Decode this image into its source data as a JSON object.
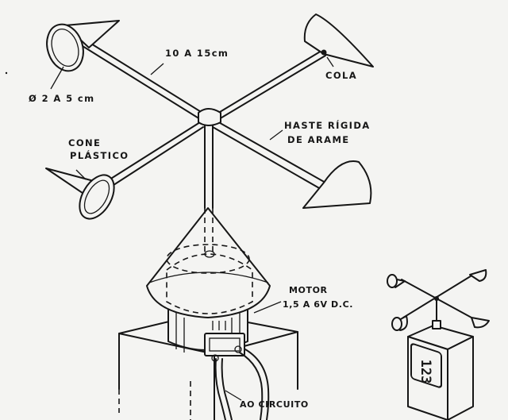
{
  "labels": {
    "arm_length": "10 A 15cm",
    "cup_diameter": "Ø 2 A 5 cm",
    "glue": "COLA",
    "cone_line1": "CONE",
    "cone_line2": "PLÁSTICO",
    "rod_line1": "HASTE RÍGIDA",
    "rod_line2": "DE ARAME",
    "motor_line1": "MOTOR",
    "motor_line2": "1,5 A 6V D.C.",
    "circuit": "AO CIRCUITO"
  },
  "display": {
    "reading": "123"
  },
  "colors": {
    "ink": "#161616",
    "paper": "#f4f4f2"
  }
}
